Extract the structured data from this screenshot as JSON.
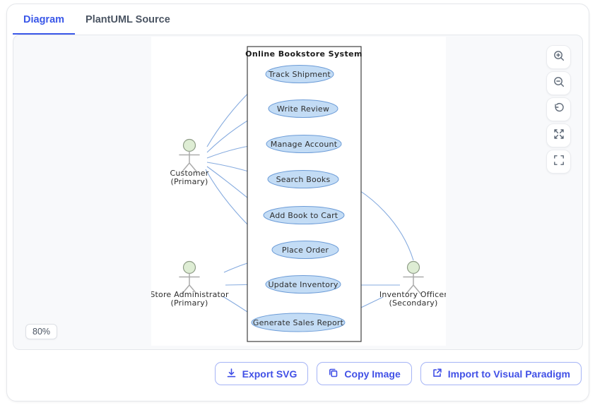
{
  "tabs": [
    {
      "label": "Diagram",
      "active": true
    },
    {
      "label": "PlantUML Source",
      "active": false
    }
  ],
  "canvas": {
    "zoom_level": "80%",
    "controls": [
      {
        "icon": "zoom-in-icon"
      },
      {
        "icon": "zoom-out-icon"
      },
      {
        "icon": "reset-view-icon"
      },
      {
        "icon": "expand-icon"
      },
      {
        "icon": "fullscreen-icon"
      }
    ]
  },
  "diagram": {
    "system_title": "Online Bookstore System",
    "use_cases": [
      "Track Shipment",
      "Write Review",
      "Manage Account",
      "Search Books",
      "Add Book to Cart",
      "Place Order",
      "Update Inventory",
      "Generate Sales Report"
    ],
    "actors": [
      {
        "name": "Customer",
        "stereotype": "(Primary)"
      },
      {
        "name": "Store Administrator",
        "stereotype": "(Primary)"
      },
      {
        "name": "Inventory Officer",
        "stereotype": "(Secondary)"
      }
    ],
    "associations": [
      {
        "from": "Customer",
        "to": "Track Shipment"
      },
      {
        "from": "Customer",
        "to": "Write Review"
      },
      {
        "from": "Customer",
        "to": "Manage Account"
      },
      {
        "from": "Customer",
        "to": "Search Books"
      },
      {
        "from": "Customer",
        "to": "Add Book to Cart"
      },
      {
        "from": "Customer",
        "to": "Place Order"
      },
      {
        "from": "Store Administrator",
        "to": "Place Order"
      },
      {
        "from": "Store Administrator",
        "to": "Update Inventory"
      },
      {
        "from": "Store Administrator",
        "to": "Generate Sales Report"
      },
      {
        "from": "Inventory Officer",
        "to": "Search Books"
      },
      {
        "from": "Inventory Officer",
        "to": "Update Inventory"
      },
      {
        "from": "Inventory Officer",
        "to": "Generate Sales Report"
      }
    ],
    "colors": {
      "usecase_fill": "#C3DCF5",
      "usecase_border": "#6B9BD7",
      "association": "#86ABDF",
      "actor_head_fill": "#DEEDD4",
      "accent": "#3A57E8"
    }
  },
  "footer": {
    "buttons": [
      {
        "label": "Export SVG",
        "icon": "download-icon"
      },
      {
        "label": "Copy Image",
        "icon": "copy-icon"
      },
      {
        "label": "Import to Visual Paradigm",
        "icon": "external-link-icon"
      }
    ]
  }
}
